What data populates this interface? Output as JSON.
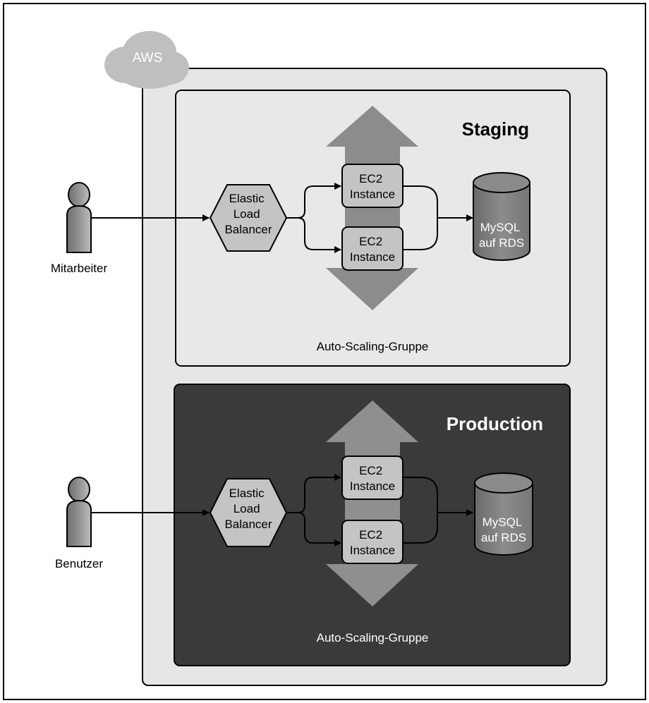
{
  "cloud": {
    "label": "AWS"
  },
  "actors": {
    "staging_actor": {
      "label": "Mitarbeiter"
    },
    "production_actor": {
      "label": "Benutzer"
    }
  },
  "staging": {
    "title": "Staging",
    "elb": [
      "Elastic",
      "Load",
      "Balancer"
    ],
    "ec2_top": [
      "EC2",
      "Instance"
    ],
    "ec2_bottom": [
      "EC2",
      "Instance"
    ],
    "db": [
      "MySQL",
      "auf RDS"
    ],
    "asg_label": "Auto-Scaling-Gruppe"
  },
  "production": {
    "title": "Production",
    "elb": [
      "Elastic",
      "Load",
      "Balancer"
    ],
    "ec2_top": [
      "EC2",
      "Instance"
    ],
    "ec2_bottom": [
      "EC2",
      "Instance"
    ],
    "db": [
      "MySQL",
      "auf RDS"
    ],
    "asg_label": "Auto-Scaling-Gruppe"
  },
  "colors": {
    "outer_region": "#e6e6e6",
    "staging_bg": "#e8e8e8",
    "production_bg": "#3a3a3a",
    "arrow_staging": "#8c8c8c",
    "arrow_production": "#8f8f8f",
    "node_fill": "#c4c4c4",
    "db_fill": "#7a7a7a"
  }
}
